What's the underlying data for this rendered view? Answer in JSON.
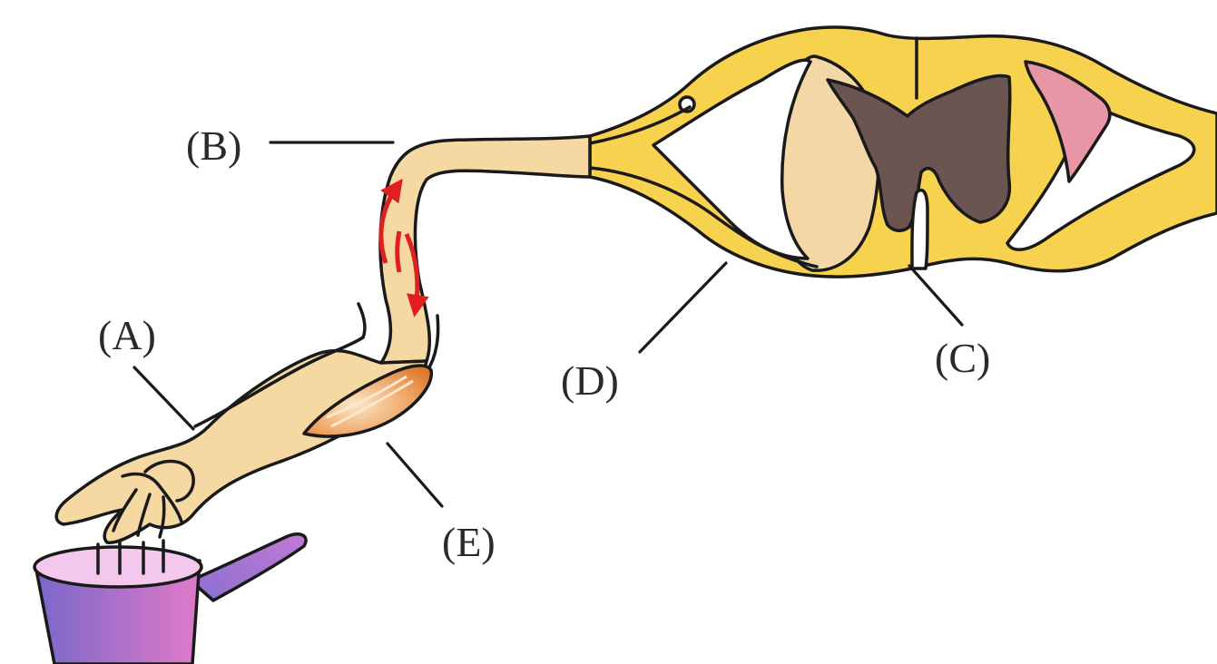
{
  "labels": {
    "a": "(A)",
    "b": "(B)",
    "c": "(C)",
    "d": "(D)",
    "e": "(E)"
  },
  "colors": {
    "background": "#ffffff",
    "nerve_fiber": "#f6d9a2",
    "spinal_white_matter": "#f7d24e",
    "spinal_gray_matter": "#6b5550",
    "dorsal_region": "#f4d7a6",
    "pink_region": "#e896a6",
    "muscle": "#e98a3c",
    "signal_arrows": "#e02020",
    "pot_dark": "#7a67c9",
    "pot_light": "#e07ac9"
  },
  "icons": [
    "hand-on-hot-pot",
    "reflex-arc",
    "spinal-cord-cross-section"
  ]
}
